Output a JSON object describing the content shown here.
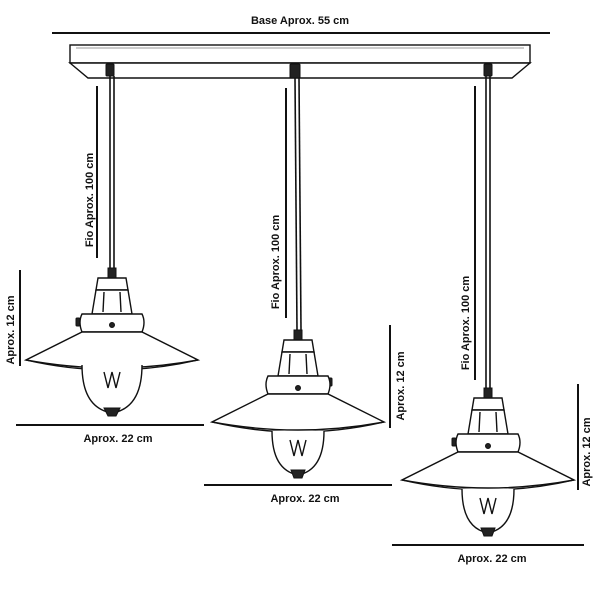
{
  "labels": {
    "base_width": "Base Aprox. 55 cm",
    "cord_1": "Fio Aprox. 100 cm",
    "cord_2": "Fio Aprox. 100 cm",
    "cord_3": "Fio Aprox. 100 cm",
    "height_1": "Aprox. 12 cm",
    "height_2": "Aprox. 12 cm",
    "height_3": "Aprox. 12 cm",
    "width_1": "Aprox. 22 cm",
    "width_2": "Aprox. 22 cm",
    "width_3": "Aprox. 22 cm"
  }
}
